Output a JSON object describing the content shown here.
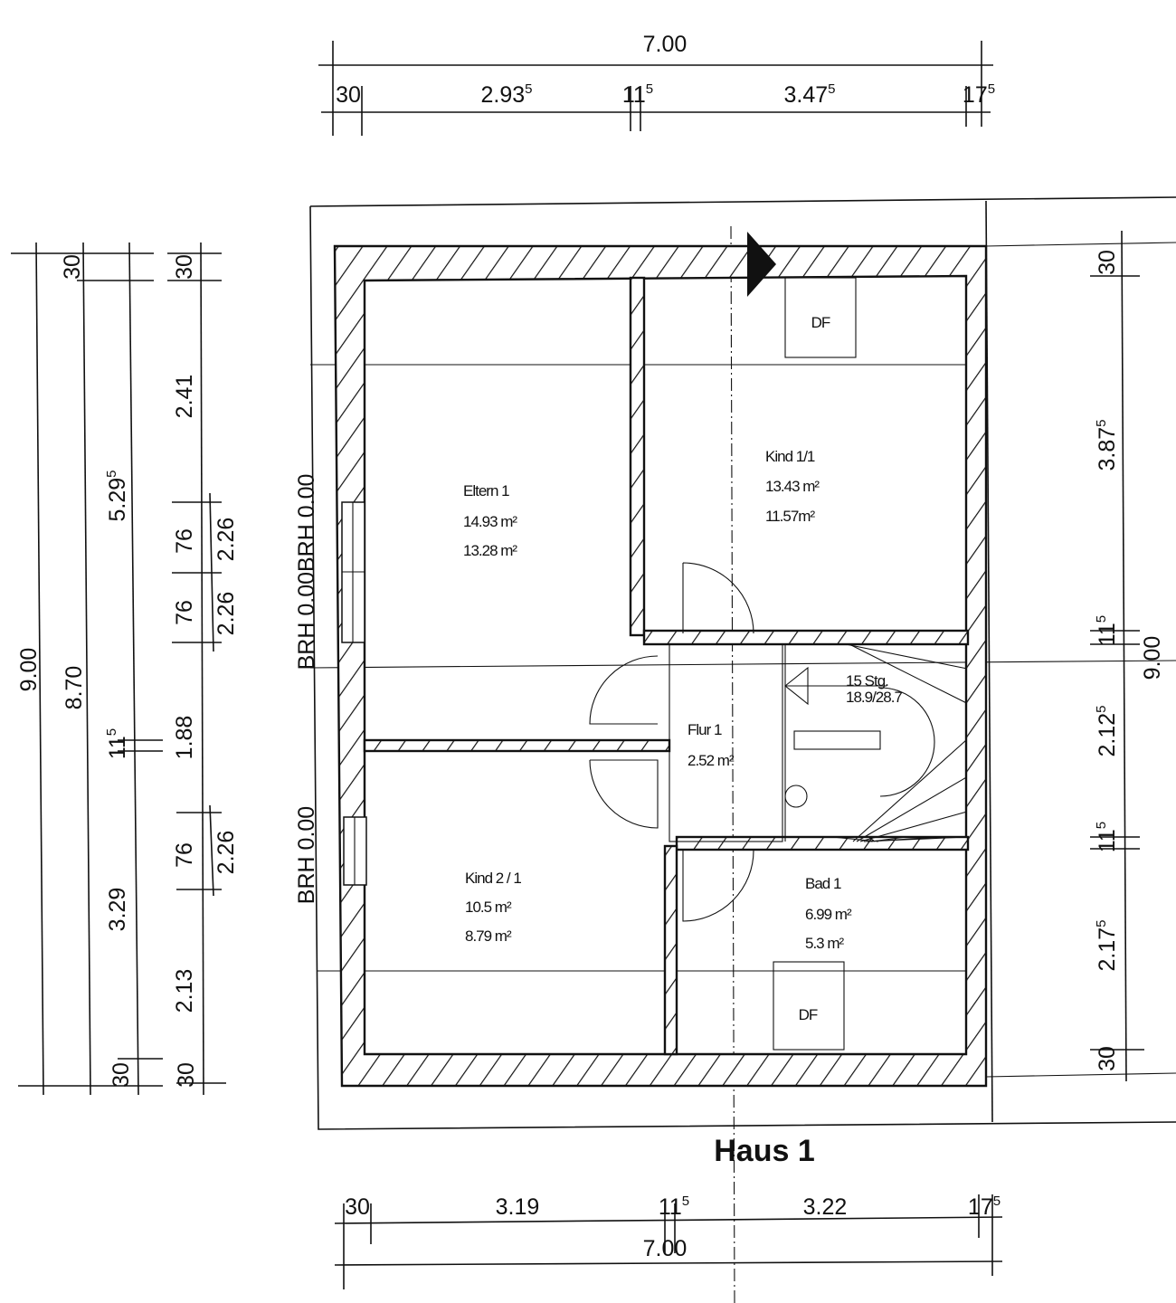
{
  "title": "Haus 1",
  "top_dims": {
    "total": "7.00",
    "segments": [
      {
        "main": "30",
        "sup": ""
      },
      {
        "main": "2.93",
        "sup": "5"
      },
      {
        "main": "11",
        "sup": "5"
      },
      {
        "main": "3.47",
        "sup": "5"
      },
      {
        "main": "17",
        "sup": "5"
      }
    ]
  },
  "bottom_dims": {
    "total": "7.00",
    "segments": [
      {
        "main": "30",
        "sup": ""
      },
      {
        "main": "3.19",
        "sup": ""
      },
      {
        "main": "11",
        "sup": "5"
      },
      {
        "main": "3.22",
        "sup": ""
      },
      {
        "main": "17",
        "sup": "5"
      }
    ]
  },
  "left_dims": {
    "total": "9.00",
    "inner": "8.70",
    "col2": [
      {
        "main": "30",
        "sup": ""
      },
      {
        "main": "5.29",
        "sup": "5"
      },
      {
        "main": "11",
        "sup": "5"
      },
      {
        "main": "3.29",
        "sup": ""
      },
      {
        "main": "30",
        "sup": ""
      }
    ],
    "col3": [
      "30",
      "2.41",
      "76",
      "76",
      "1.88",
      "76",
      "2.13",
      "30"
    ],
    "window_heights": [
      "2.26",
      "2.26",
      "2.26"
    ]
  },
  "right_dims": {
    "total": "9.00",
    "segments": [
      {
        "main": "30",
        "sup": ""
      },
      {
        "main": "3.87",
        "sup": "5"
      },
      {
        "main": "11",
        "sup": "5"
      },
      {
        "main": "2.12",
        "sup": "5"
      },
      {
        "main": "11",
        "sup": "5"
      },
      {
        "main": "2.17",
        "sup": "5"
      },
      {
        "main": "30",
        "sup": ""
      }
    ]
  },
  "brh_labels": [
    "BRH 0.00BRH 0.00",
    "BRH 0.00"
  ],
  "rooms": [
    {
      "name": "Eltern 1",
      "area1": "14.93 m²",
      "area2": "13.28 m²"
    },
    {
      "name": "Kind 1/1",
      "area1": "13.43 m²",
      "area2": "11.57m²"
    },
    {
      "name": "Flur 1",
      "area1": "2.52 m²"
    },
    {
      "name": "Kind 2 / 1",
      "area1": "10.5 m²",
      "area2": "8.79 m²"
    },
    {
      "name": "Bad 1",
      "area1": "6.99 m²",
      "area2": "5.3 m²"
    }
  ],
  "stairs": {
    "line1": "15 Stg.",
    "line2": "18.9/28.7"
  },
  "roof_windows": [
    "DF",
    "DF"
  ]
}
